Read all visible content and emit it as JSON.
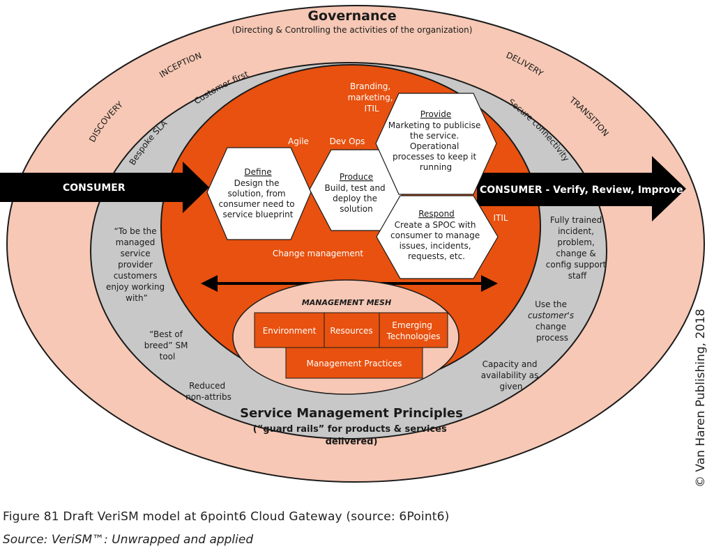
{
  "governance": {
    "title": "Governance",
    "subtitle": "(Directing & Controlling the activities of the organization)",
    "phases": [
      "DISCOVERY",
      "INCEPTION",
      "DELIVERY",
      "TRANSITION"
    ]
  },
  "principles": {
    "arc_labels": [
      "Bespoke SLAs",
      "Customer first",
      "Secure connectivity"
    ],
    "left_notes": [
      [
        "“To be the",
        "managed",
        "service",
        "provider",
        "customers",
        "enjoy working",
        "with”"
      ],
      [
        "“Best of",
        "breed” SM",
        "tool"
      ],
      [
        "Reduced",
        "non-attribs"
      ]
    ],
    "right_notes": [
      [
        "Fully trained",
        "incident,",
        "problem,",
        "change &",
        "config support",
        "staff"
      ],
      [
        "Use the",
        "customer's",
        "change",
        "process"
      ],
      [
        "Capacity and",
        "availability as",
        "given"
      ]
    ],
    "title": "Service Management Principles",
    "subtitle_lines": [
      "(“guard rails” for products & services",
      "delivered)"
    ]
  },
  "consumer": {
    "in_label": "CONSUMER",
    "out_label": "CONSUMER - Verify, Review, Improve"
  },
  "practices": {
    "branding": [
      "Branding,",
      "marketing,",
      "ITIL"
    ],
    "agile": "Agile",
    "devops": "Dev Ops",
    "itil": "ITIL",
    "change_management": "Change management"
  },
  "stages": [
    {
      "title": "Define",
      "lines": [
        "Design the",
        "solution, from",
        "consumer need to",
        "service blueprint"
      ]
    },
    {
      "title": "Produce",
      "lines": [
        "Build, test and",
        "deploy the",
        "solution"
      ]
    },
    {
      "title": "Provide",
      "lines": [
        "Marketing to publicise",
        "the service.",
        "Operational",
        "processes to keep it",
        "running"
      ]
    },
    {
      "title": "Respond",
      "lines": [
        "Create a SPOC with",
        "consumer to manage",
        "issues, incidents,",
        "requests, etc."
      ]
    }
  ],
  "mesh": {
    "title": "MANAGEMENT MESH",
    "boxes": [
      {
        "lines": [
          "Environment"
        ]
      },
      {
        "lines": [
          "Resources"
        ]
      },
      {
        "lines": [
          "Emerging",
          "Technologies"
        ]
      },
      {
        "lines": [
          "Management Practices"
        ]
      }
    ]
  },
  "caption": {
    "figure": "Figure 81 Draft VeriSM model at 6point6 Cloud Gateway (source: 6Point6)",
    "source": "Source: VeriSM™: Unwrapped and applied"
  },
  "copyright": "© Van Haren Publishing, 2018",
  "colors": {
    "governance_ring": "#f6c8b5",
    "principles_ring": "#c8c8c8",
    "core": "#e8510f",
    "hexagon": "#ffffff",
    "mesh_ellipse": "#f6c8b5",
    "arrow": "#000000"
  }
}
